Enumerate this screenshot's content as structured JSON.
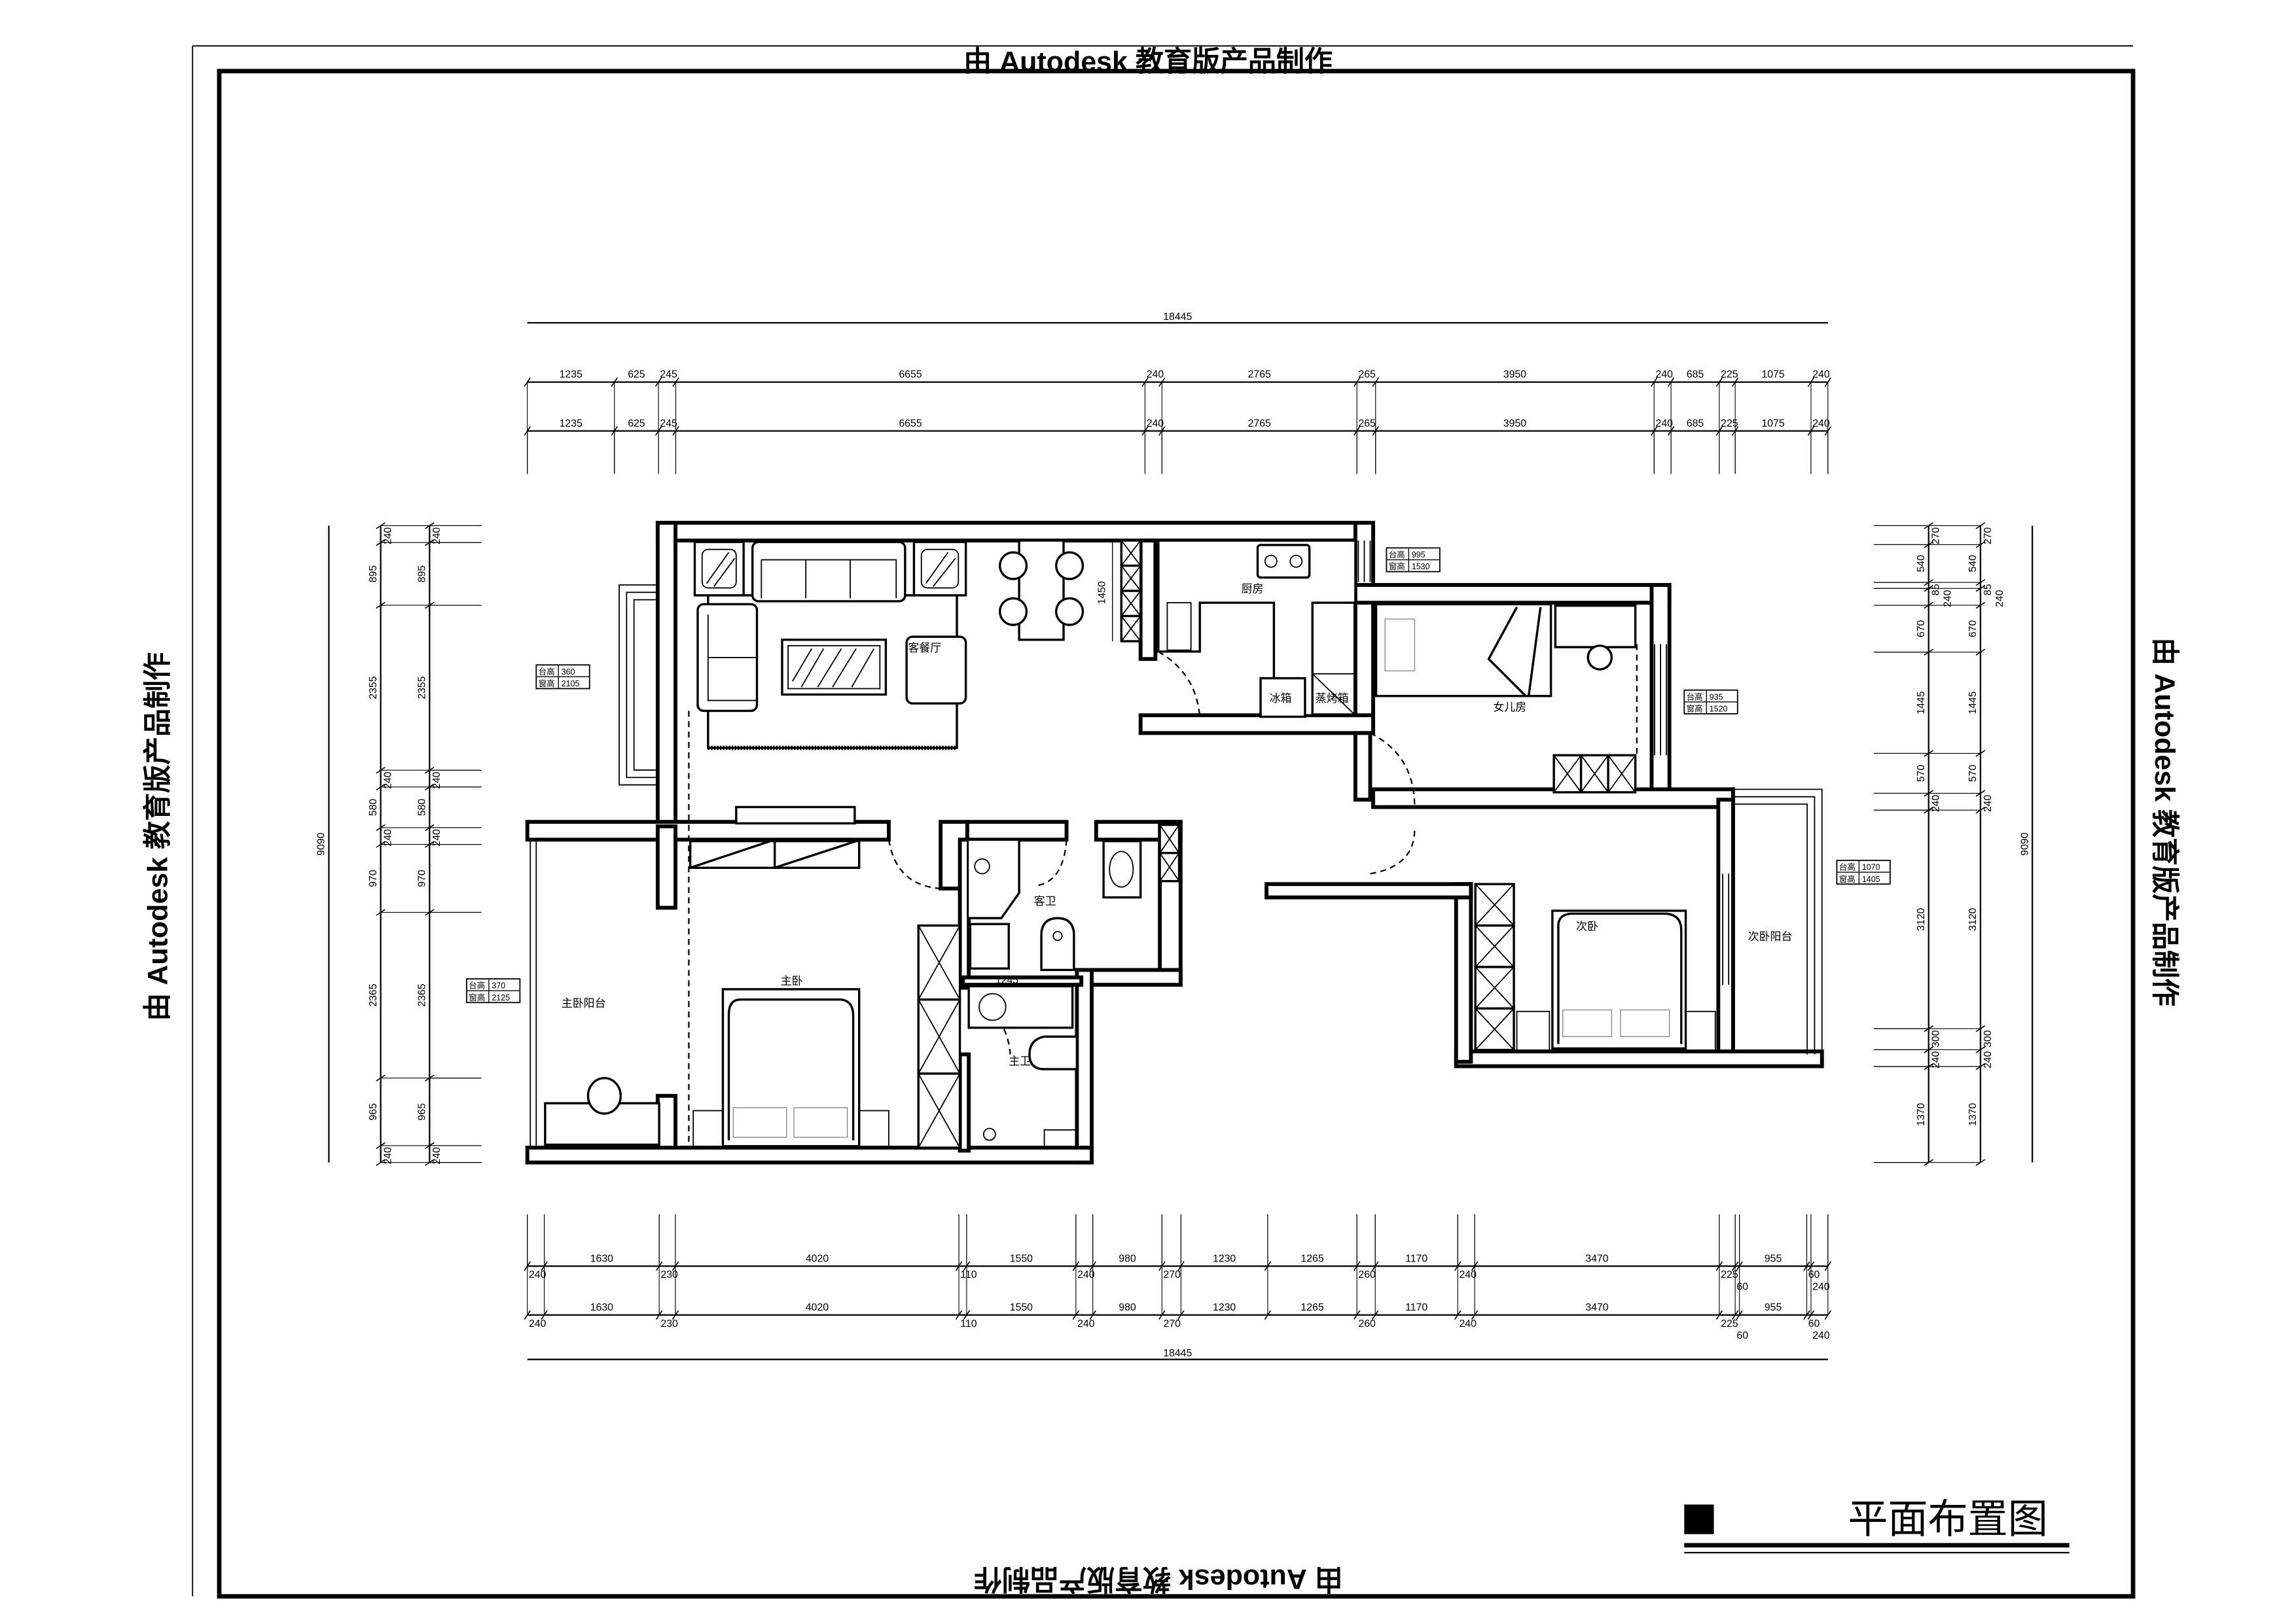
{
  "watermark": "由 Autodesk 教育版产品制作",
  "title": "平面布置图",
  "dimensions": {
    "top_total": "18445",
    "top_chain": [
      1235,
      625,
      245,
      6655,
      240,
      2765,
      265,
      3950,
      240,
      685,
      225,
      1075,
      240
    ],
    "bottom_total": "18445",
    "bottom_chain": [
      240,
      1630,
      230,
      4020,
      110,
      1550,
      240,
      980,
      270,
      1230,
      1265,
      260,
      1170,
      240,
      3470,
      225,
      60,
      955,
      60,
      240
    ],
    "left_total": "9090",
    "left_chain": [
      240,
      895,
      2355,
      240,
      580,
      240,
      970,
      2365,
      965,
      240
    ],
    "right_total": "9090",
    "right_chain": [
      270,
      540,
      85,
      240,
      670,
      1445,
      570,
      240,
      3120,
      300,
      240,
      1370
    ],
    "dining_cabinet": "1450",
    "bath_width": "1245"
  },
  "rooms": {
    "living_dining": "客餐厅",
    "kitchen": "厨房",
    "fridge": "冰箱",
    "steam_oven": "蒸烤箱",
    "daughter_room": "女儿房",
    "second_bedroom": "次卧",
    "second_balcony": "次卧阳台",
    "guest_bath": "客卫",
    "master_bedroom": "主卧",
    "master_bath": "主卫",
    "master_balcony": "主卧阳台"
  },
  "window_tags": {
    "sill_label": "台高",
    "window_label": "窗高",
    "living": {
      "sill": "360",
      "window": "2105"
    },
    "kitchen": {
      "sill": "995",
      "window": "1530"
    },
    "daughter": {
      "sill": "935",
      "window": "1520"
    },
    "second_balcony": {
      "sill": "1070",
      "window": "1405"
    },
    "master_balcony": {
      "sill": "370",
      "window": "2125"
    }
  }
}
